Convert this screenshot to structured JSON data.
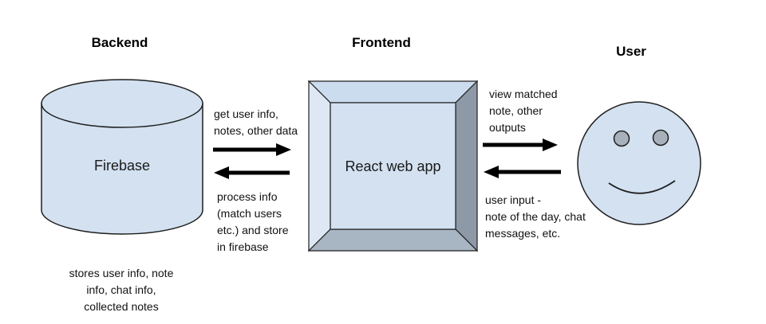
{
  "titles": {
    "backend": "Backend",
    "frontend": "Frontend",
    "user": "User"
  },
  "nodes": {
    "firebase": {
      "label": "Firebase",
      "caption": "stores user info, note\ninfo, chat info,\ncollected notes"
    },
    "react": {
      "label": "React web app"
    }
  },
  "edges": {
    "db_to_app": "get user info,\nnotes, other data",
    "app_to_db": "process info\n(match users\netc.) and store\nin firebase",
    "app_to_user": "view matched\nnote, other\noutputs",
    "user_to_app": "user input -\nnote of the day, chat\nmessages, etc."
  },
  "colors": {
    "shape_fill": "#d3e1f1",
    "outline": "#1f1f1f",
    "bevel_left": "#dde8f4",
    "bevel_top": "#cbdcee",
    "bevel_right": "#8d99a7",
    "bevel_bottom": "#a8b5c2",
    "eye_fill": "#a8b1bb",
    "arrow": "#000000"
  }
}
